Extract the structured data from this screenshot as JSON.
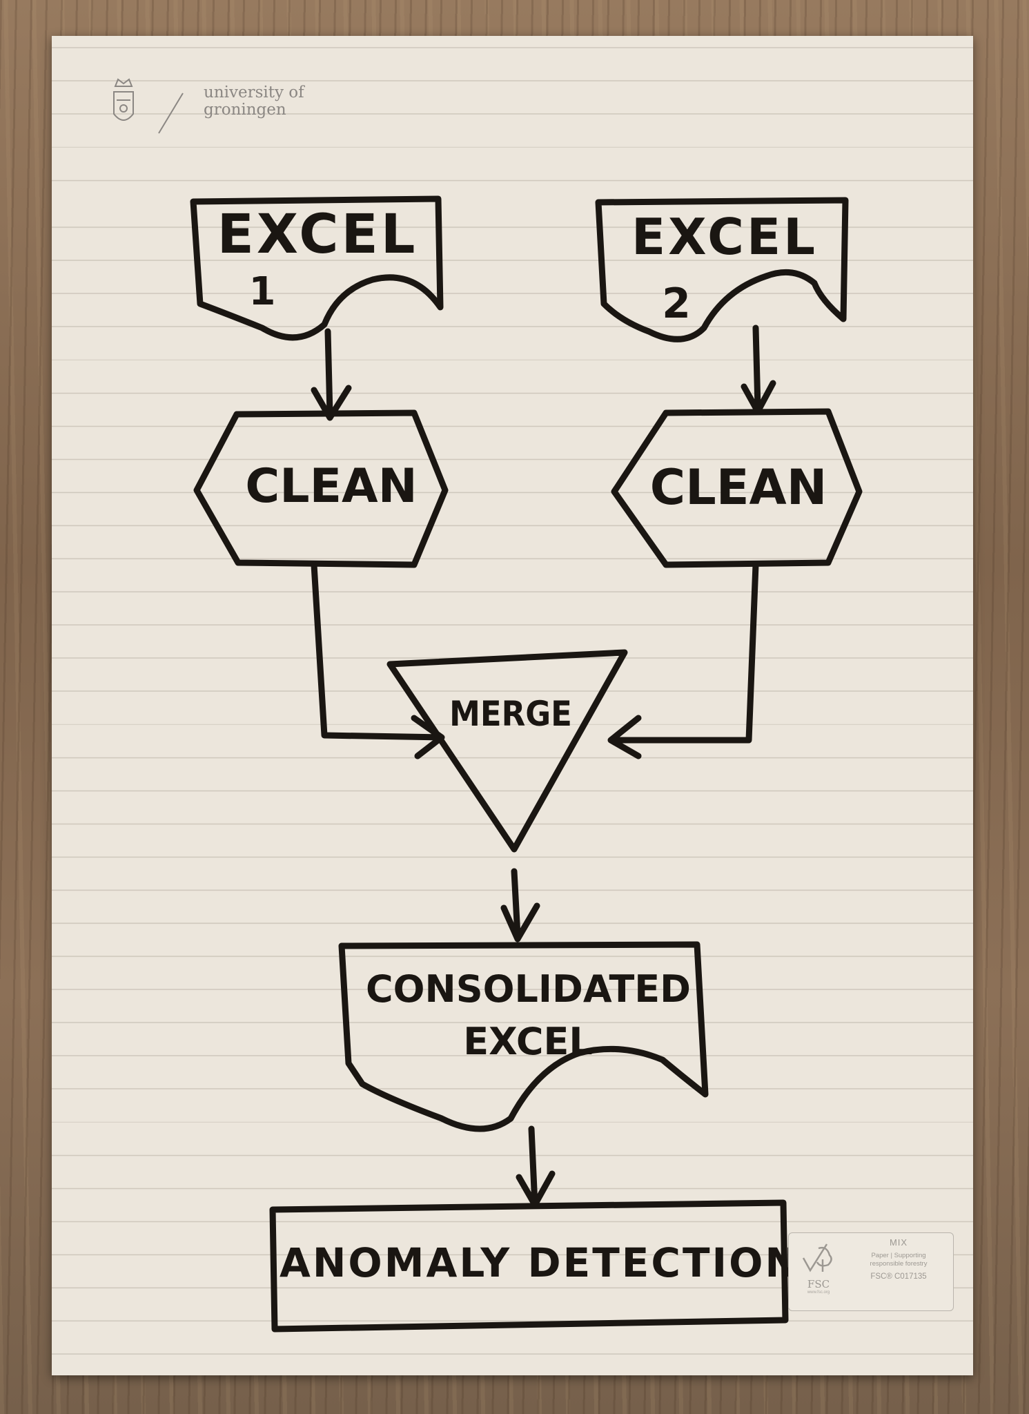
{
  "header": {
    "university_line1": "university of",
    "university_line2": "groningen"
  },
  "nodes": {
    "excel1": {
      "line1": "EXCEL",
      "line2": "1"
    },
    "excel2": {
      "line1": "EXCEL",
      "line2": "2"
    },
    "clean1": "CLEAN",
    "clean2": "CLEAN",
    "merge": "MERGE",
    "consolidated": {
      "line1": "CONSOLIDATED",
      "line2": "EXCEL"
    },
    "anomaly": "ANOMALY DETECTION"
  },
  "fsc": {
    "mix": "MIX",
    "line1": "Paper | Supporting",
    "line2": "responsible forestry",
    "code": "FSC® C017135",
    "logo": "FSC",
    "url": "www.fsc.org"
  },
  "colors": {
    "ink": "#1a1612",
    "paper": "#ece6dc",
    "wood": "#8a6e55"
  },
  "icons": {
    "university": "university-crest-icon",
    "fsc": "fsc-tree-icon"
  }
}
